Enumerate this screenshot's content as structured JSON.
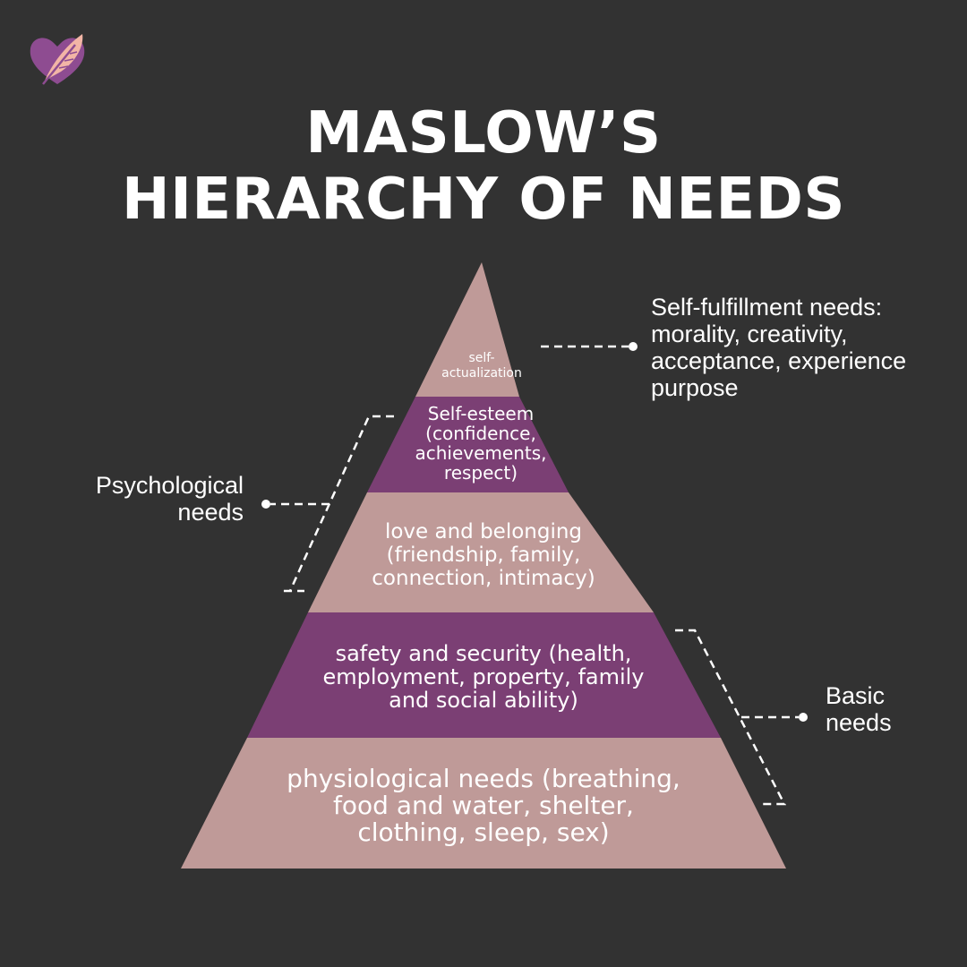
{
  "title": {
    "line1": "MASLOW’S",
    "line2": "HIERARCHY OF NEEDS"
  },
  "logo_icon": "heart-feather-icon",
  "colors": {
    "background": "#323232",
    "tier_light": "#bf9a98",
    "tier_dark": "#7b3f74",
    "text": "#ffffff"
  },
  "tiers": [
    {
      "name": "self-actualization",
      "lines": [
        "self-",
        "actualization"
      ]
    },
    {
      "name": "self-esteem",
      "lines": [
        "Self-esteem",
        "(confidence,",
        "achievements,",
        "respect)"
      ]
    },
    {
      "name": "love-and-belonging",
      "lines": [
        "love and belonging",
        "(friendship, family,",
        "connection, intimacy)"
      ]
    },
    {
      "name": "safety-and-security",
      "lines": [
        "safety and security (health,",
        "employment, property, family",
        "and social ability)"
      ]
    },
    {
      "name": "physiological",
      "lines": [
        "physiological needs (breathing,",
        "food and water, shelter,",
        "clothing, sleep, sex)"
      ]
    }
  ],
  "labels": {
    "self_fulfillment": [
      "Self-fulfillment needs:",
      "morality, creativity,",
      "acceptance, experience",
      "purpose"
    ],
    "psychological": [
      "Psychological",
      "needs"
    ],
    "basic": [
      "Basic",
      "needs"
    ]
  }
}
